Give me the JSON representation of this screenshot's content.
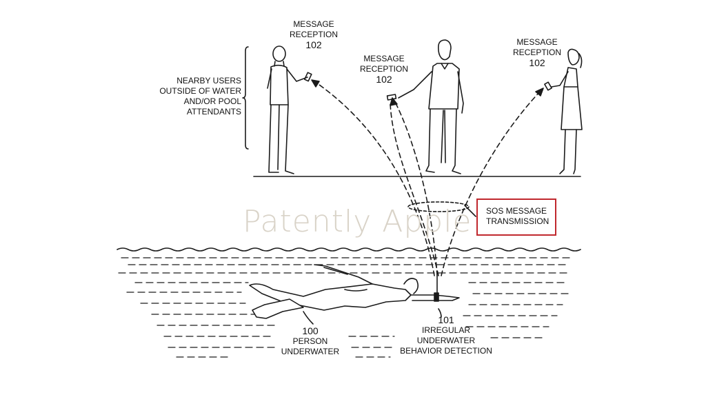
{
  "labels": {
    "nearby_users": [
      "NEARBY USERS",
      "OUTSIDE OF WATER",
      "AND/OR POOL",
      "ATTENDANTS"
    ],
    "reception_left": {
      "text": [
        "MESSAGE",
        "RECEPTION"
      ],
      "ref": "102"
    },
    "reception_center": {
      "text": [
        "MESSAGE",
        "RECEPTION"
      ],
      "ref": "102"
    },
    "reception_right": {
      "text": [
        "MESSAGE",
        "RECEPTION"
      ],
      "ref": "102"
    },
    "sos": [
      "SOS MESSAGE",
      "TRANSMISSION"
    ],
    "person": {
      "ref": "100",
      "text": [
        "PERSON",
        "UNDERWATER"
      ]
    },
    "detection": {
      "ref": "101",
      "text": [
        "IRREGULAR",
        "UNDERWATER",
        "BEHAVIOR DETECTION"
      ]
    }
  },
  "watermark": "Patently Apple",
  "colors": {
    "line": "#1a1a1a",
    "sos_border": "#c0272d",
    "watermark": "#d9d3c8"
  }
}
